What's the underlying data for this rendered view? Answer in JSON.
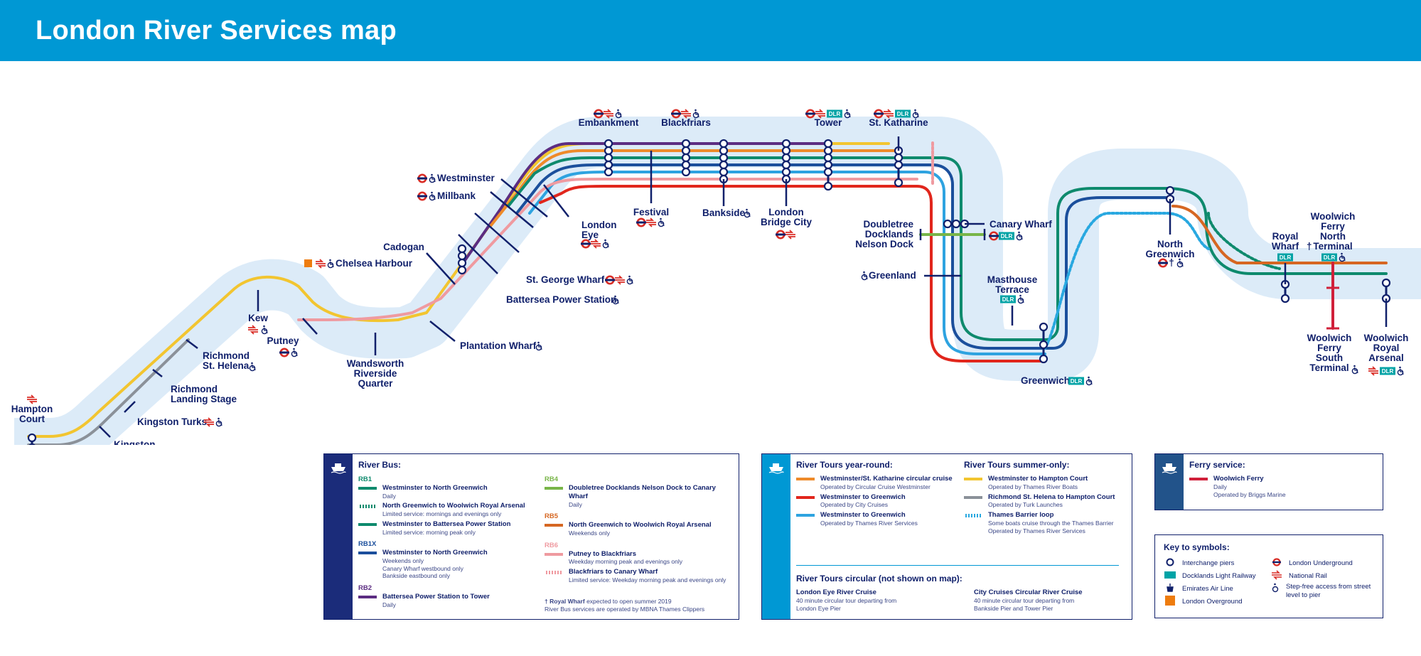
{
  "header": {
    "title": "London River Services map"
  },
  "colors": {
    "header": "#0098d4",
    "river": "#dcebf8",
    "navy": "#10206b",
    "rb1": "#0e8a6d",
    "rb1x": "#1b4f9c",
    "rb2": "#5c2d82",
    "rb4": "#78b548",
    "rb5": "#d66722",
    "rb6": "#ef9aa0",
    "circular": "#ee8a2a",
    "city_cruises": "#e1261c",
    "thames_river_services": "#2ea3e0",
    "summer_hampton": "#f2c530",
    "summer_richmond": "#8b9199",
    "thames_barrier": "#29a8e0",
    "woolwich_ferry": "#d0203a"
  },
  "piers": {
    "hampton_court": "Hampton Court",
    "kingston_town_end": "Kingston Town End",
    "kingston_turks": "Kingston Turks",
    "richmond_landing": "Richmond Landing Stage",
    "richmond_st_helena": "Richmond St. Helena",
    "kew": "Kew",
    "putney": "Putney",
    "wandsworth": "Wandsworth Riverside Quarter",
    "chelsea_harbour": "Chelsea Harbour",
    "cadogan": "Cadogan",
    "plantation_wharf": "Plantation Wharf",
    "battersea_power": "Battersea Power Station",
    "st_george": "St. George Wharf",
    "millbank": "Millbank",
    "westminster": "Westminster",
    "london_eye": "London Eye",
    "embankment": "Embankment",
    "festival": "Festival",
    "blackfriars": "Blackfriars",
    "bankside": "Bankside",
    "london_bridge_city": "London Bridge City",
    "tower": "Tower",
    "st_katharine": "St. Katharine",
    "doubletree": "Doubletree Docklands Nelson Dock",
    "canary_wharf": "Canary Wharf",
    "greenland": "Greenland",
    "masthouse": "Masthouse Terrace",
    "greenwich": "Greenwich",
    "north_greenwich": "North Greenwich",
    "royal_wharf": "Royal Wharf",
    "woolwich_north": "Woolwich Ferry North Terminal",
    "woolwich_south": "Woolwich Ferry South Terminal",
    "woolwich_arsenal": "Woolwich Royal Arsenal"
  },
  "badges": {
    "dlr": "DLR"
  },
  "icons": {
    "underground": "roundel-icon",
    "national_rail": "rail-icon",
    "step_free": "wheelchair-icon",
    "dlr": "dlr-icon",
    "air_line": "air-line-icon",
    "overground": "overground-icon",
    "royal_wharf": "dagger-icon"
  },
  "legend_river_bus": {
    "title": "River Bus:",
    "left": [
      {
        "code": "RB1",
        "items": [
          {
            "name": "Westminster to North Greenwich",
            "note": "Daily"
          },
          {
            "name": "North Greenwich to Woolwich Royal Arsenal",
            "note": "Limited service: mornings and evenings only"
          },
          {
            "name": "Westminster to Battersea Power Station",
            "note": "Limited service: morning peak only"
          }
        ]
      },
      {
        "code": "RB1X",
        "items": [
          {
            "name": "Westminster to North Greenwich",
            "note": "Weekends only\nCanary Wharf westbound only\nBankside eastbound only"
          }
        ]
      },
      {
        "code": "RB2",
        "items": [
          {
            "name": "Battersea Power Station to Tower",
            "note": "Daily"
          }
        ]
      }
    ],
    "right": [
      {
        "code": "RB4",
        "items": [
          {
            "name": "Doubletree Docklands Nelson Dock to Canary Wharf",
            "note": "Daily"
          }
        ]
      },
      {
        "code": "RB5",
        "items": [
          {
            "name": "North Greenwich to Woolwich Royal Arsenal",
            "note": "Weekends only"
          }
        ]
      },
      {
        "code": "RB6",
        "items": [
          {
            "name": "Putney to Blackfriars",
            "note": "Weekday morning peak and evenings only"
          },
          {
            "name": "Blackfriars to Canary Wharf",
            "note": "Limited service: Weekday morning peak and evenings only"
          }
        ]
      }
    ],
    "footnote_bold": "† Royal Wharf",
    "footnote_1": "expected to open summer 2019",
    "footnote_2": "River Bus services are operated by MBNA Thames Clippers"
  },
  "legend_tours": {
    "year_title": "River Tours year-round:",
    "year": [
      {
        "name": "Westminster/St. Katharine circular cruise",
        "note": "Operated by Circular Cruise Westminster"
      },
      {
        "name": "Westminster to Greenwich",
        "note": "Operated by City Cruises"
      },
      {
        "name": "Westminster to Greenwich",
        "note": "Operated by Thames River Services"
      }
    ],
    "summer_title": "River Tours summer-only:",
    "summer": [
      {
        "name": "Westminster to Hampton Court",
        "note": "Operated by Thames River Boats"
      },
      {
        "name": "Richmond St. Helena to Hampton Court",
        "note": "Operated by Turk Launches"
      },
      {
        "name": "Thames Barrier loop",
        "note": "Some boats cruise through the Thames Barrier\nOperated by Thames River Services"
      }
    ],
    "circular_title": "River Tours circular (not shown on map):",
    "circular": [
      {
        "name": "London Eye River Cruise",
        "note": "40 minute circular tour departing from\nLondon Eye Pier"
      },
      {
        "name": "City Cruises Circular River Cruise",
        "note": "40 minute circular tour departing from\nBankside Pier and Tower Pier"
      }
    ]
  },
  "legend_ferry": {
    "title": "Ferry service:",
    "item": {
      "name": "Woolwich Ferry",
      "note": "Daily\nOperated by Briggs Marine"
    }
  },
  "legend_key": {
    "title": "Key to symbols:",
    "left": [
      "Interchange piers",
      "Docklands Light Railway",
      "Emirates Air Line",
      "London Overground"
    ],
    "right": [
      "London Underground",
      "National Rail",
      "Step-free access from street level to pier"
    ]
  }
}
